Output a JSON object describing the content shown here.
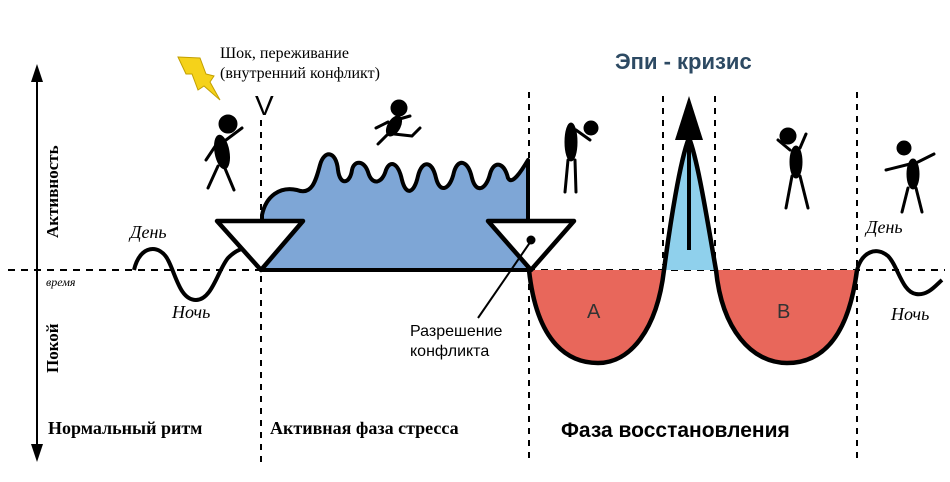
{
  "labels": {
    "shock": "Шок, переживание",
    "shock_sub": "(внутренний конфликт)",
    "epi_crisis": "Эпи - кризис",
    "axis_activity": "Активность",
    "axis_rest": "Покой",
    "time": "время",
    "day_left": "День",
    "night_left": "Ночь",
    "day_right": "День",
    "night_right": "Ночь",
    "resolution_line1": "Разрешение",
    "resolution_line2": "конфликта",
    "phase_a": "A",
    "phase_b": "B",
    "shock_marker": "V",
    "phase_normal": "Нормальный ритм",
    "phase_active": "Активная фаза стресса",
    "phase_recovery": "Фаза восстановления"
  },
  "colors": {
    "stress_fill": "#7ea6d6",
    "recovery_fill": "#e8675b",
    "crisis_fill": "#8fd0ec",
    "bolt": "#f5d21a",
    "title": "#2d4a63",
    "line": "#000000"
  },
  "icons": [
    "lightning-bolt-icon",
    "distressed-figure-icon",
    "running-figure-icon",
    "exhausted-figure-icon",
    "thinking-figure-icon",
    "waving-figure-icon"
  ]
}
